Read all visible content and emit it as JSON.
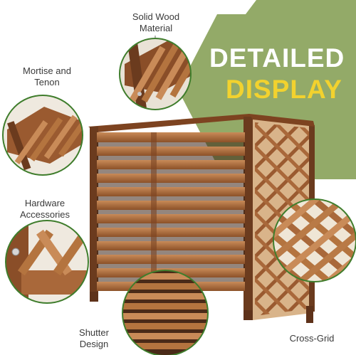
{
  "headline": {
    "line1": "DETAILED",
    "line2": "DISPLAY",
    "panel_color": "#93aa68",
    "line1_color": "#ffffff",
    "line2_color": "#f2d22e"
  },
  "callouts": {
    "solid_wood": {
      "line1": "Solid Wood",
      "line2": "Material"
    },
    "mortise": {
      "line1": "Mortise and",
      "line2": "Tenon"
    },
    "hardware": {
      "line1": "Hardware",
      "line2": "Accessories"
    },
    "shutter": {
      "line1": "Shutter",
      "line2": "Design"
    },
    "cross_grid": {
      "line1": "Cross-Grid"
    }
  },
  "colors": {
    "wood_dark": "#6b3b1e",
    "wood_mid": "#9a5a30",
    "wood_light": "#c98b58",
    "ring": "#3f7d2c"
  }
}
